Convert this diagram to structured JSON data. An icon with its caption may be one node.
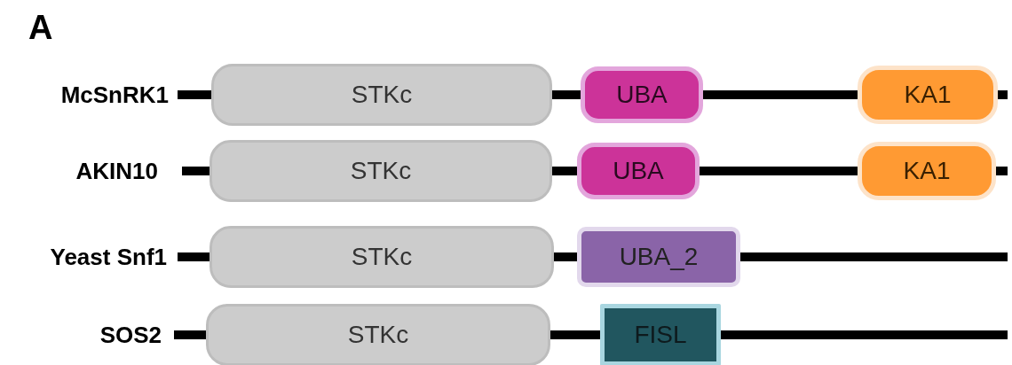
{
  "diagram": {
    "nodes": [
      {
        "text": [
          "STKc"
        ]
      },
      {
        "text": [
          "UBA"
        ]
      },
      {
        "text": [
          "KA1"
        ]
      },
      {
        "text": [
          "STKc"
        ]
      },
      {
        "text": [
          "UBA"
        ]
      },
      {
        "text": [
          "KA1"
        ]
      },
      {
        "text": [
          "STKc"
        ]
      },
      {
        "text": [
          "UBA_2"
        ]
      },
      {
        "text": [
          "STKc"
        ]
      },
      {
        "text": [
          "FISL"
        ]
      }
    ],
    "labels": [
      "A",
      "McSnRK1",
      "AKIN10",
      "Yeast Snf1",
      "SOS2"
    ]
  }
}
